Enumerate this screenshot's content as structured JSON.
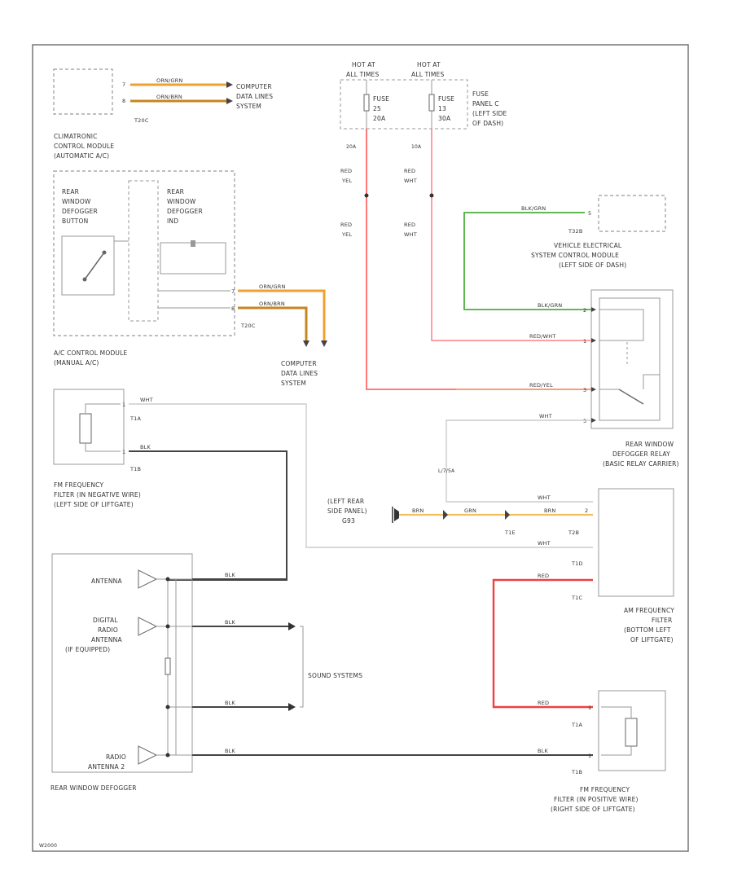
{
  "colors": {
    "orange": "#f0a030",
    "orange_dark": "#c8861e",
    "orange_light": "#f5bf60",
    "red": "#ff6a6a",
    "red_strong": "#f04040",
    "green": "#4caf3c",
    "black_wire": "#444444",
    "white_wire": "#cccccc",
    "frame": "#777777",
    "component": "#999999"
  },
  "modules": {
    "climatronic": [
      "CLIMATRONIC",
      "CONTROL MODULE",
      "(AUTOMATIC A/C)"
    ],
    "climatronic_connector": "T20C",
    "climatronic_pins": [
      "7",
      "8"
    ],
    "computer_data_top": [
      "COMPUTER",
      "DATA LINES",
      "SYSTEM"
    ],
    "ac_control": [
      "A/C CONTROL MODULE",
      "(MANUAL A/C)"
    ],
    "defogger_button": [
      "REAR",
      "WINDOW",
      "DEFOGGER",
      "BUTTON"
    ],
    "defogger_ind": [
      "REAR",
      "WINDOW",
      "DEFOGGER",
      "IND"
    ],
    "ac_connector": "T20C",
    "ac_pins": [
      "7",
      "8"
    ],
    "computer_data_mid": [
      "COMPUTER",
      "DATA LINES",
      "SYSTEM"
    ],
    "hot_at_1": [
      "HOT AT",
      "ALL TIMES"
    ],
    "hot_at_2": [
      "HOT AT",
      "ALL TIMES"
    ],
    "fuse_1": [
      "FUSE",
      "25",
      "20A"
    ],
    "fuse_2": [
      "FUSE",
      "13",
      "30A"
    ],
    "fuse_panel": [
      "FUSE",
      "PANEL C",
      "(LEFT SIDE",
      "OF DASH)"
    ],
    "fuse_ratings": [
      "20A",
      "10A"
    ],
    "vesc": [
      "VEHICLE ELECTRICAL",
      "SYSTEM CONTROL MODULE",
      "(LEFT SIDE OF DASH)"
    ],
    "vesc_connector": "T32B",
    "vesc_pin": "5",
    "relay": [
      "REAR WINDOW",
      "DEFOGGER RELAY",
      "(BASIC RELAY CARRIER)"
    ],
    "relay_pins": [
      "2",
      "1",
      "3",
      "5"
    ],
    "splice": "L/7/5A",
    "fm_neg": [
      "FM FREQUENCY",
      "FILTER (IN NEGATIVE WIRE)",
      "(LEFT SIDE OF LIFTGATE)"
    ],
    "fm_neg_connectors": [
      "T1A",
      "T1B"
    ],
    "ground": [
      "(LEFT REAR",
      "SIDE PANEL)",
      "G93"
    ],
    "ground_connectors": [
      "T1E",
      "T2B"
    ],
    "ground_pin": "2",
    "am_filter": [
      "AM FREQUENCY",
      "FILTER",
      "(BOTTOM LEFT",
      "OF LIFTGATE)"
    ],
    "am_connectors": [
      "T1D",
      "T1C"
    ],
    "rear_defogger": "REAR WINDOW DEFOGGER",
    "antenna": "ANTENNA",
    "digital_radio": [
      "DIGITAL",
      "RADIO",
      "ANTENNA",
      "(IF EQUIPPED)"
    ],
    "radio_antenna_2": [
      "RADIO",
      "ANTENNA 2"
    ],
    "sound_systems": "SOUND SYSTEMS",
    "fm_pos": [
      "FM FREQUENCY",
      "FILTER (IN POSITIVE WIRE)",
      "(RIGHT SIDE OF LIFTGATE)"
    ],
    "fm_pos_connectors": [
      "T1A",
      "T1B"
    ]
  },
  "wires": {
    "orn_grn": "ORN/GRN",
    "orn_brn": "ORN/BRN",
    "grn": "GRN",
    "red_yel": [
      "RED",
      "YEL"
    ],
    "red_wht": [
      "RED",
      "WHT"
    ],
    "blk_grn": "BLK/GRN",
    "red_wht_relay": "RED/WHT",
    "red_yel_relay": "RED/YEL",
    "wht": "WHT",
    "blk": "BLK",
    "brn": "BRN",
    "red": "RED"
  },
  "footer_code": "W2000"
}
